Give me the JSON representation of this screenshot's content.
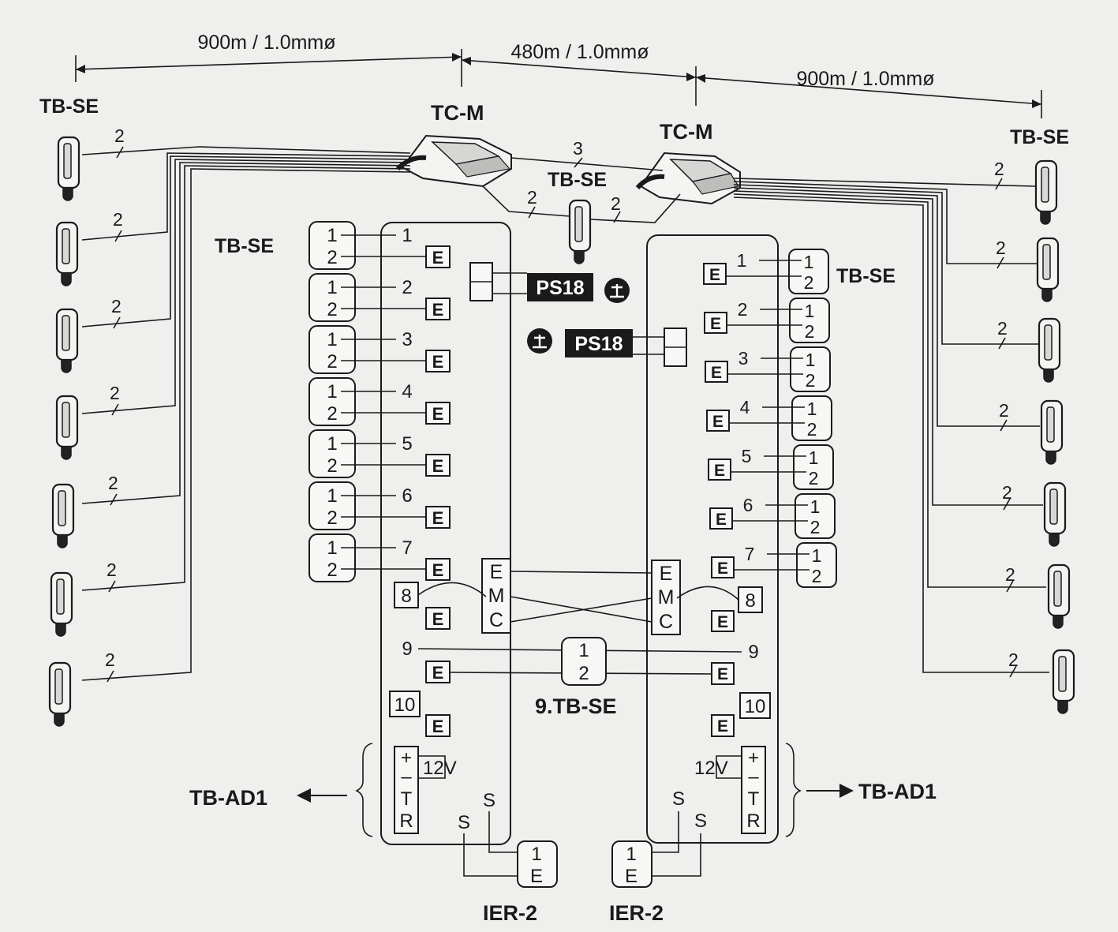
{
  "diagram": {
    "distances": {
      "left": "900m / 1.0mmø",
      "middle": "480m / 1.0mmø",
      "right": "900m / 1.0mmø"
    },
    "devices": {
      "tc_m": "TC-M",
      "tb_se": "TB-SE",
      "ps18": "PS18",
      "tb_ad1": "TB-AD1",
      "ier2": "IER-2",
      "tb_se_9": "9.TB-SE"
    },
    "wire_counts": {
      "two": "2",
      "three": "3"
    },
    "terminals": {
      "one": "1",
      "two": "2",
      "three": "3",
      "four": "4",
      "five": "5",
      "six": "6",
      "seven": "7",
      "eight": "8",
      "nine": "9",
      "ten": "10",
      "e": "E",
      "m": "M",
      "c": "C",
      "plus": "+",
      "minus": "–",
      "t": "T",
      "r": "R",
      "v12": "12V",
      "s": "S"
    }
  }
}
